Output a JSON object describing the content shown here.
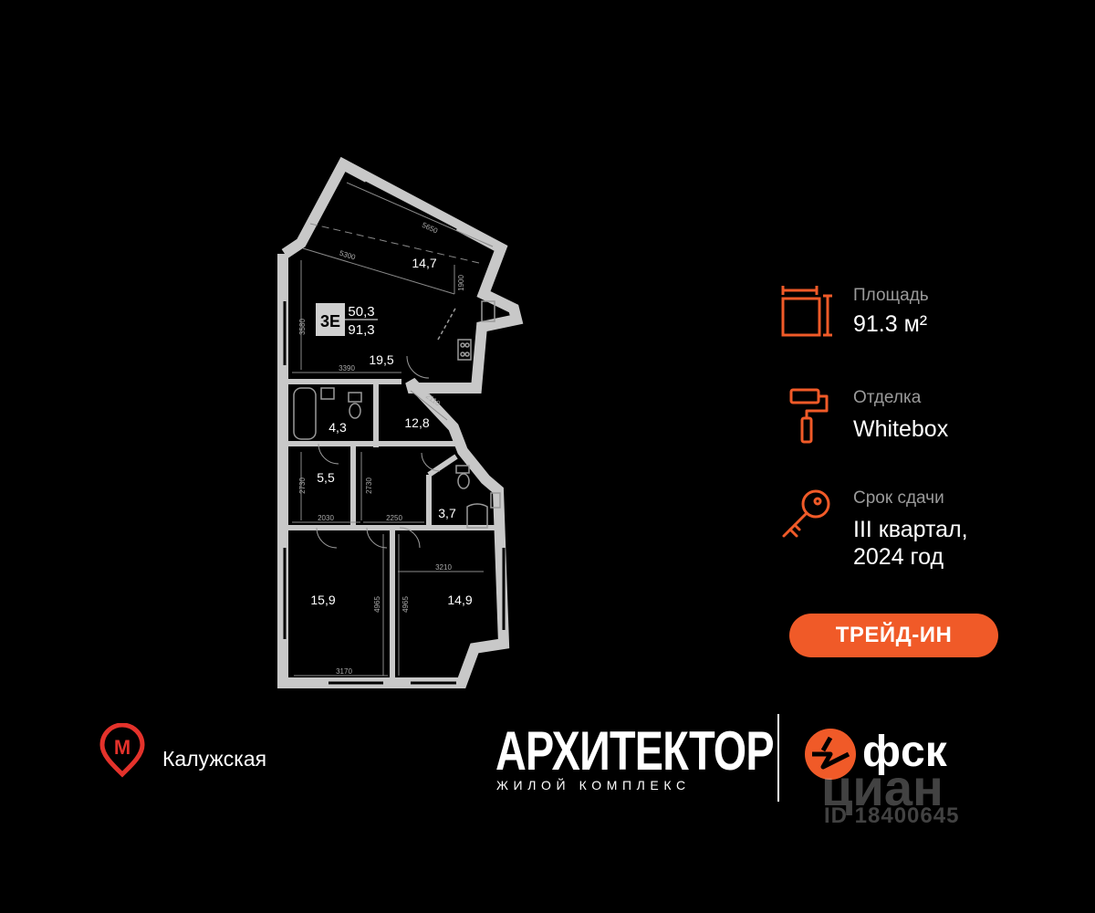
{
  "apartment": {
    "type_code": "3E",
    "living_area": "50,3",
    "total_area": "91,3"
  },
  "rooms": [
    "14,7",
    "19,5",
    "4,3",
    "12,8",
    "5,5",
    "3,7",
    "15,9",
    "14,9"
  ],
  "dimensions": [
    "5650",
    "5300",
    "1900",
    "3580",
    "3390",
    "2110",
    "2730",
    "2730",
    "2030",
    "2250",
    "3210",
    "4965",
    "4965",
    "3170"
  ],
  "info": {
    "area_label": "Площадь",
    "area_value": "91.3 м²",
    "finish_label": "Отделка",
    "finish_value": "Whitebox",
    "deadline_label": "Срок сдачи",
    "deadline_line1": "III квартал,",
    "deadline_line2": "2024 год"
  },
  "trade_in_button": "ТРЕЙД-ИН",
  "metro": {
    "letter": "М",
    "station": "Калужская",
    "color": "#e4322b"
  },
  "brand": {
    "name": "АРХИТЕКТОР",
    "subtitle": "ЖИЛОЙ КОМПЛЕКС",
    "developer": "фск"
  },
  "watermark": {
    "text": "циан",
    "id": "ID 18400645"
  },
  "colors": {
    "accent": "#f05a28",
    "wall": "#c8c8c8",
    "background": "#000000"
  },
  "icons": [
    "area-icon",
    "paint-roller-icon",
    "key-icon",
    "metro-pin-icon",
    "fsk-logo-icon"
  ]
}
